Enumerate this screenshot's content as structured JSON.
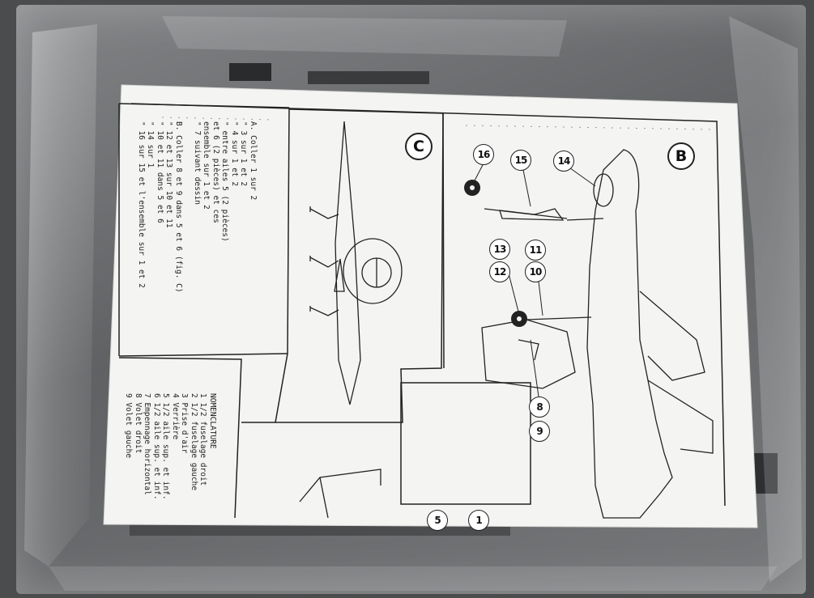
{
  "instructions": {
    "assembly_lines": [
      "A. Coller 1 sur 2",
      "   \"  3 sur 1 et 2",
      "   \"  4 sur 1 et 2",
      "   \"  entre ailes 5 (2 pièces)",
      "       et 6 (2 pièces) et ces",
      "       ensemble sur 1 et 2",
      "   \"  7 suivant dessin",
      "",
      "B. Coller 8 et 9 dans 5 et 6 (fig. C)",
      "   \"  12 et 13 sur 10 et 11",
      "   \"  10 et 11 dans 5 et 6",
      "   \"  14 sur 1",
      "   \"  16 sur 15 et l'ensemble sur 1 et 2"
    ],
    "nomenclature_title": "NOMENCLATURE",
    "nomenclature_items": [
      "1 1/2 fuselage droit",
      "2 1/2 fuselage gauche",
      "3 Prise d'air",
      "4 Verrière",
      "5 1/2 aile sup. et inf.",
      "6 1/2 aile sup. et inf.",
      "7 Empennage horizontal",
      "8 Volet droit",
      "9 Volet gauche"
    ]
  },
  "figures": {
    "fig_c": "C",
    "fig_b": "B"
  },
  "part_callouts": {
    "p16": "16",
    "p15": "15",
    "p14": "14",
    "p13": "13",
    "p12": "12",
    "p11": "11",
    "p10": "10",
    "p8": "8",
    "p9": "9",
    "edge1": "1",
    "edge5": "5"
  },
  "colors": {
    "background": "#4a4c4e",
    "paper": "#f4f4f2",
    "ink": "#222222"
  }
}
